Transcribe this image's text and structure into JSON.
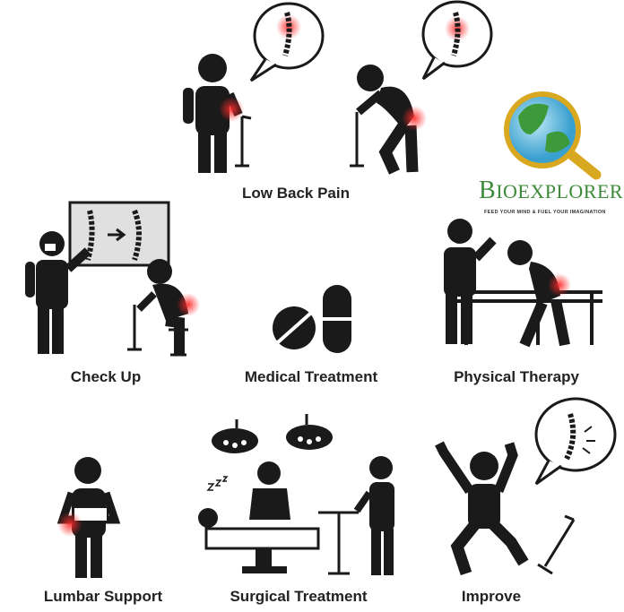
{
  "steps": [
    {
      "label": "Low Back Pain"
    },
    {
      "label": "Check Up"
    },
    {
      "label": "Medical Treatment"
    },
    {
      "label": "Physical Therapy"
    },
    {
      "label": "Lumbar Support"
    },
    {
      "label": "Surgical Treatment"
    },
    {
      "label": "Improve"
    }
  ],
  "logo": {
    "name_initial": "B",
    "name_rest": "IOEXPLORER",
    "tagline": "Feed your mind & fuel your imagination"
  },
  "colors": {
    "figure": "#1a1a1a",
    "pain": "#ff3030",
    "logo_green": "#3d8a3a",
    "logo_gold": "#d8a820"
  }
}
